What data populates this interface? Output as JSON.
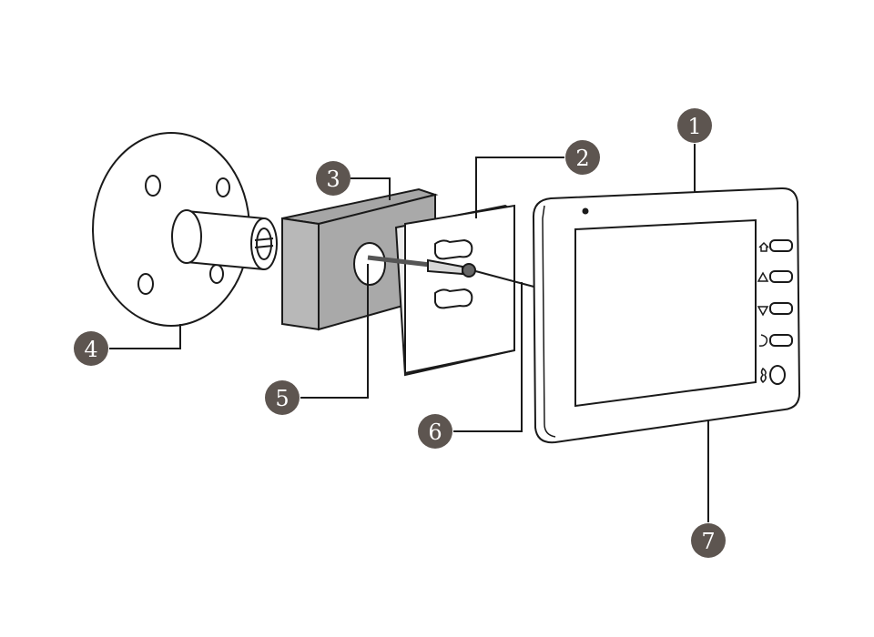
{
  "colors": {
    "line": "#1a1a1a",
    "callout_fill": "#5d5550",
    "callout_text": "#ffffff",
    "block_fill": "#b8b8b8",
    "block_top": "#a6a6a6",
    "background": "#ffffff"
  },
  "callouts": [
    {
      "id": "callout-1",
      "label": "1"
    },
    {
      "id": "callout-2",
      "label": "2"
    },
    {
      "id": "callout-3",
      "label": "3"
    },
    {
      "id": "callout-4",
      "label": "4"
    },
    {
      "id": "callout-5",
      "label": "5"
    },
    {
      "id": "callout-6",
      "label": "6"
    },
    {
      "id": "callout-7",
      "label": "7"
    }
  ],
  "monitor_buttons": [
    {
      "name": "home-button",
      "icon": "home-icon"
    },
    {
      "name": "up-button",
      "icon": "triangle-up-icon"
    },
    {
      "name": "down-button",
      "icon": "triangle-down-icon"
    },
    {
      "name": "back-button",
      "icon": "return-icon"
    },
    {
      "name": "talk-button",
      "icon": "bell-icon"
    }
  ]
}
